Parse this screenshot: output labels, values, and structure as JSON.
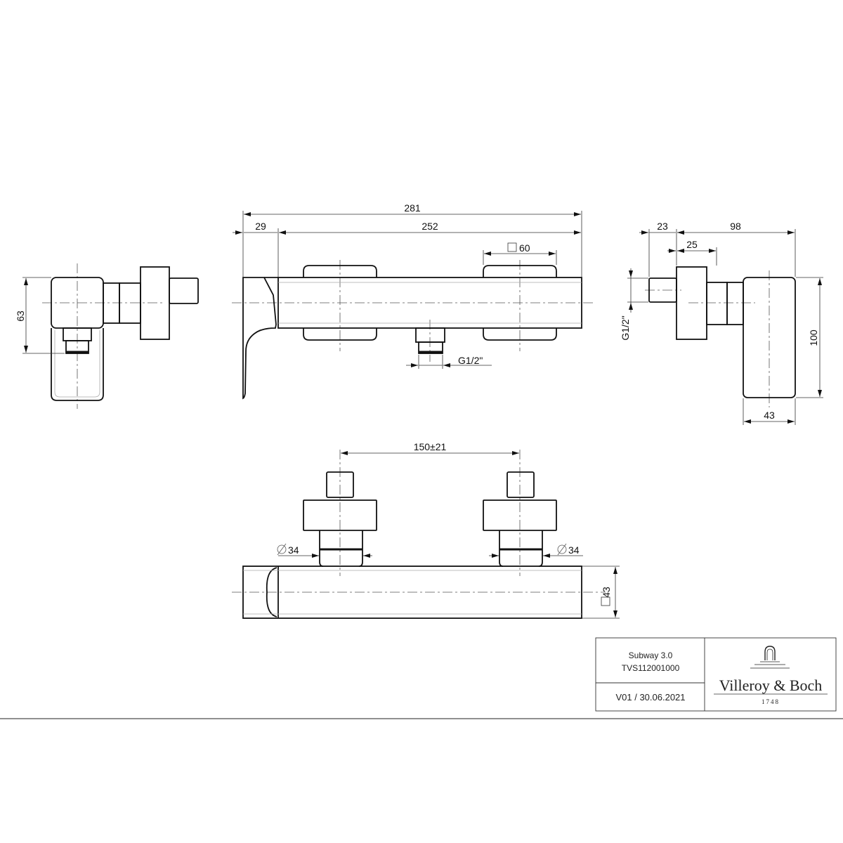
{
  "drawing": {
    "front_view": {
      "overall_length": "281",
      "lever_length": "29",
      "body_length": "252",
      "handle_square": "60",
      "outlet_thread": "G1/2\""
    },
    "left_view": {
      "height": "63"
    },
    "right_view": {
      "stem_length": "23",
      "depth": "98",
      "disc_width": "25",
      "inlet_thread": "G1/2\"",
      "lever_height": "100",
      "lever_width": "43"
    },
    "top_view": {
      "inlet_spacing": "150±21",
      "diameter_left": "34",
      "diameter_right": "34",
      "body_square": "43"
    }
  },
  "title_block": {
    "product": "Subway 3.0",
    "article_number": "TVS112001000",
    "version": "V01 / 30.06.2021",
    "brand": "Villeroy & Boch",
    "brand_year": "1748"
  }
}
